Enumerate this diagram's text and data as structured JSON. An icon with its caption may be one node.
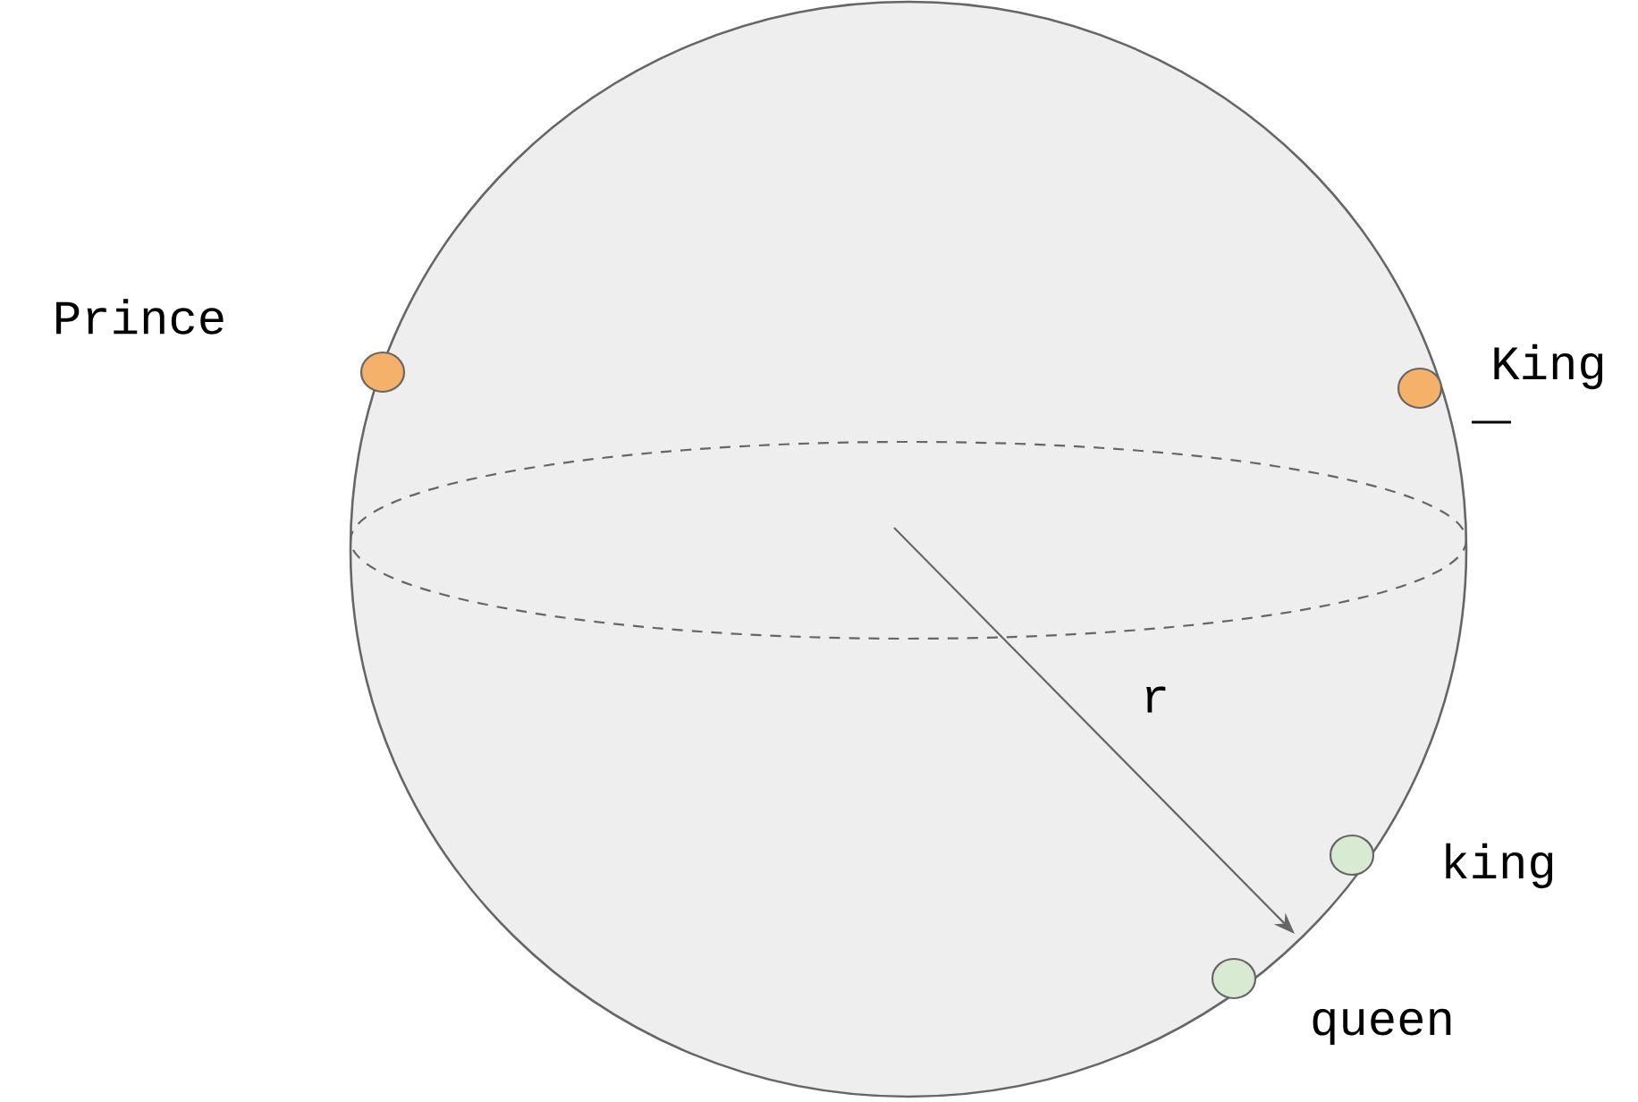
{
  "diagram": {
    "nodes": [
      {
        "text": [],
        "shape": "circle",
        "beside": [
          "Prince"
        ]
      },
      {
        "text": [],
        "shape": "circle",
        "beside": [
          "King"
        ]
      },
      {
        "text": [],
        "shape": "circle",
        "beside": [
          "king"
        ]
      },
      {
        "text": [],
        "shape": "circle",
        "beside": [
          "queen"
        ]
      }
    ],
    "labels": [
      "r"
    ]
  }
}
